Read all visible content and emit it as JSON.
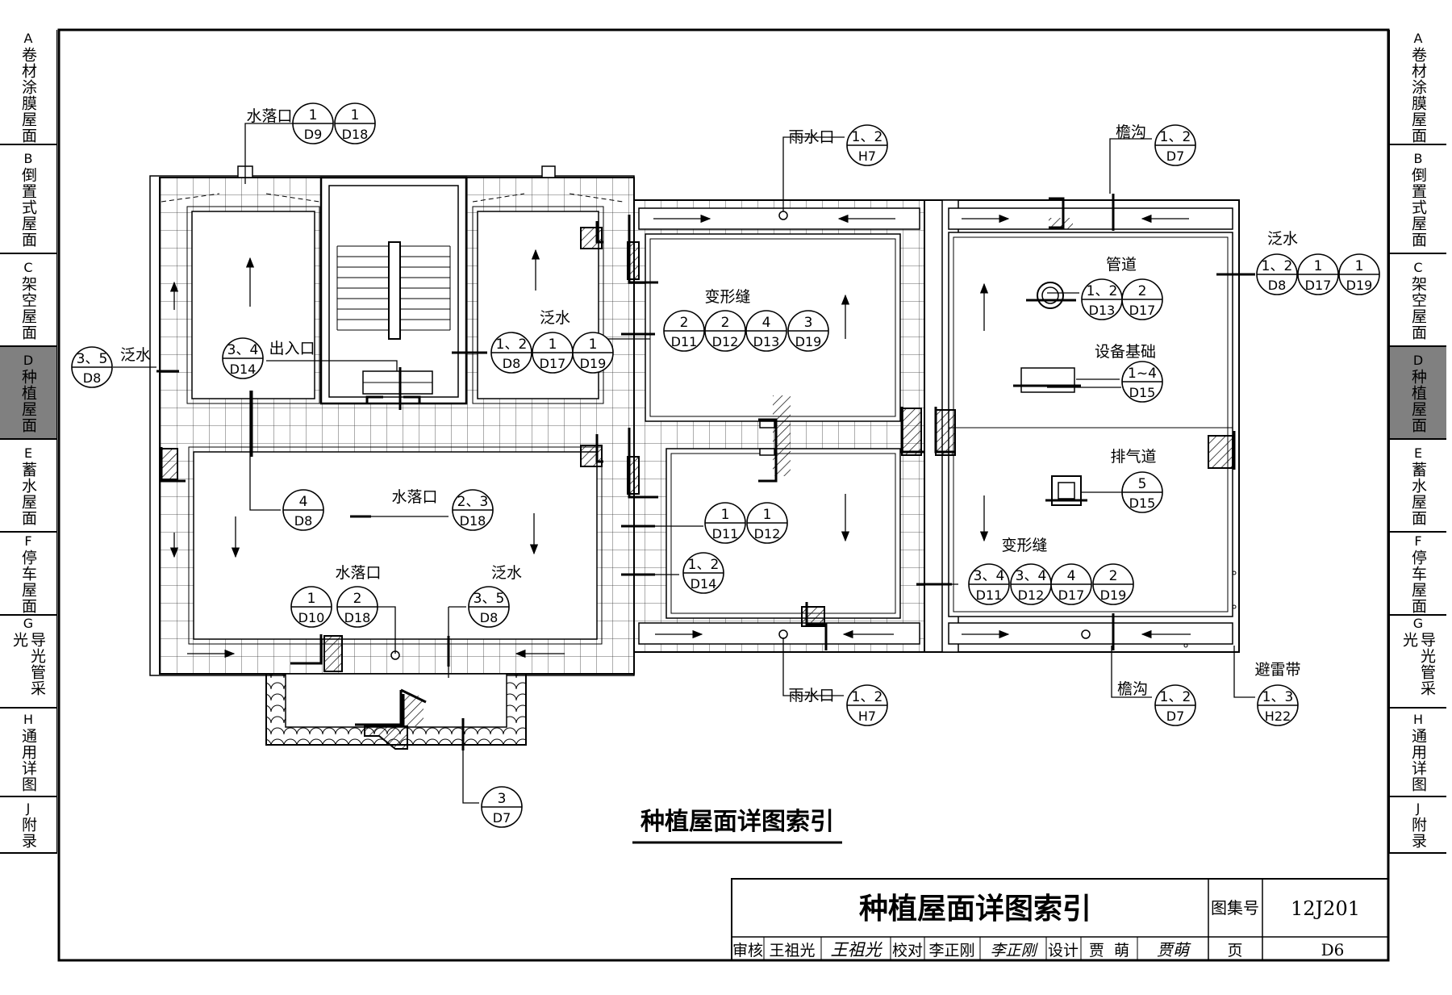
{
  "tabs": [
    {
      "letter": "A",
      "label": "卷材涂膜屋面"
    },
    {
      "letter": "B",
      "label": "倒置式屋面"
    },
    {
      "letter": "C",
      "label": "架空屋面"
    },
    {
      "letter": "D",
      "label": "种植屋面"
    },
    {
      "letter": "E",
      "label": "蓄水屋面"
    },
    {
      "letter": "F",
      "label": "停车屋面"
    },
    {
      "letter": "G",
      "label": "导光管采光"
    },
    {
      "letter": "H",
      "label": "通用详图"
    },
    {
      "letter": "J",
      "label": "附录"
    }
  ],
  "active_tab": "D",
  "labels": [
    {
      "id": "outlet-top",
      "text": "水落口"
    },
    {
      "id": "rainwater-top",
      "text": "雨水口"
    },
    {
      "id": "gutter-top",
      "text": "檐沟"
    },
    {
      "id": "flashing-right",
      "text": "泛水"
    },
    {
      "id": "pipe",
      "text": "管道"
    },
    {
      "id": "flashing-mid",
      "text": "泛水"
    },
    {
      "id": "expansion-top",
      "text": "变形缝"
    },
    {
      "id": "flashing-left",
      "text": "泛水"
    },
    {
      "id": "entrance",
      "text": "出入口"
    },
    {
      "id": "equipment-base",
      "text": "设备基础"
    },
    {
      "id": "exhaust",
      "text": "排气道"
    },
    {
      "id": "outlet-mid",
      "text": "水落口"
    },
    {
      "id": "expansion-bottom",
      "text": "变形缝"
    },
    {
      "id": "outlet-bottom",
      "text": "水落口"
    },
    {
      "id": "flashing-bottom",
      "text": "泛水"
    },
    {
      "id": "rainwater-bottom",
      "text": "雨水口"
    },
    {
      "id": "gutter-bottom",
      "text": "檐沟"
    },
    {
      "id": "lightning-strip",
      "text": "避雷带"
    }
  ],
  "callouts": [
    {
      "detail": "1",
      "sheet": "D9"
    },
    {
      "detail": "1",
      "sheet": "D18"
    },
    {
      "detail": "1、2",
      "sheet": "H7"
    },
    {
      "detail": "1、2",
      "sheet": "D7"
    },
    {
      "detail": "1、2",
      "sheet": "D8"
    },
    {
      "detail": "1",
      "sheet": "D17"
    },
    {
      "detail": "1",
      "sheet": "D19"
    },
    {
      "detail": "1、2",
      "sheet": "D13"
    },
    {
      "detail": "2",
      "sheet": "D17"
    },
    {
      "detail": "2",
      "sheet": "D11"
    },
    {
      "detail": "2",
      "sheet": "D12"
    },
    {
      "detail": "4",
      "sheet": "D13"
    },
    {
      "detail": "3",
      "sheet": "D19"
    },
    {
      "detail": "1、2",
      "sheet": "D8"
    },
    {
      "detail": "1",
      "sheet": "D17"
    },
    {
      "detail": "1",
      "sheet": "D19"
    },
    {
      "detail": "3、5",
      "sheet": "D8"
    },
    {
      "detail": "3、4",
      "sheet": "D14"
    },
    {
      "detail": "1~4",
      "sheet": "D15"
    },
    {
      "detail": "5",
      "sheet": "D15"
    },
    {
      "detail": "4",
      "sheet": "D8"
    },
    {
      "detail": "2、3",
      "sheet": "D18"
    },
    {
      "detail": "1",
      "sheet": "D11"
    },
    {
      "detail": "1",
      "sheet": "D12"
    },
    {
      "detail": "1、2",
      "sheet": "D14"
    },
    {
      "detail": "3、4",
      "sheet": "D11"
    },
    {
      "detail": "3、4",
      "sheet": "D12"
    },
    {
      "detail": "4",
      "sheet": "D17"
    },
    {
      "detail": "2",
      "sheet": "D19"
    },
    {
      "detail": "1",
      "sheet": "D10"
    },
    {
      "detail": "2",
      "sheet": "D18"
    },
    {
      "detail": "3、5",
      "sheet": "D8"
    },
    {
      "detail": "1、2",
      "sheet": "H7"
    },
    {
      "detail": "1、2",
      "sheet": "D7"
    },
    {
      "detail": "1、3",
      "sheet": "H22"
    },
    {
      "detail": "3",
      "sheet": "D7"
    }
  ],
  "drawing_title": "种植屋面详图索引",
  "title_block": {
    "title": "种植屋面详图索引",
    "atlas_label": "图集号",
    "atlas_no": "12J201",
    "review_label": "审核",
    "reviewer": "王祖光",
    "reviewer_sign": "王祖光",
    "check_label": "校对",
    "checker": "李正刚",
    "checker_sign": "李正刚",
    "design_label": "设计",
    "designer": "贾  萌",
    "designer_sign": "贾萌",
    "page_label": "页",
    "page_no": "D6"
  }
}
